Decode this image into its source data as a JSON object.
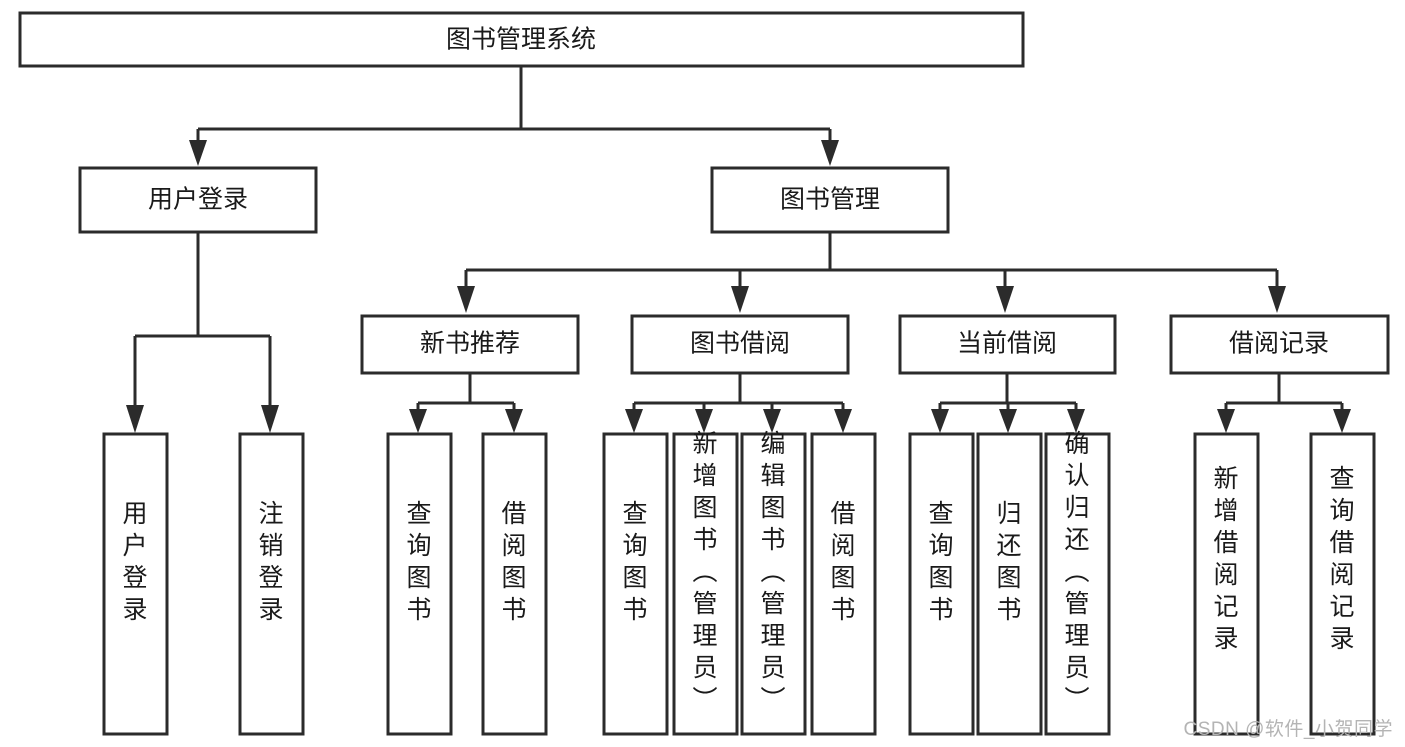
{
  "diagram": {
    "type": "tree",
    "title": "图书管理系统",
    "watermark": "CSDN @软件_小贺同学",
    "colors": {
      "box_stroke": "#2b2b2b",
      "box_fill": "#ffffff",
      "connector": "#2b2b2b",
      "text": "#1a1a1a",
      "watermark": "#b4b4b4",
      "background": "#ffffff"
    },
    "nodes": {
      "root": {
        "label": "图书管理系统"
      },
      "level2": [
        {
          "id": "user-login",
          "label": "用户登录"
        },
        {
          "id": "book-manage",
          "label": "图书管理"
        }
      ],
      "level3": [
        {
          "id": "new-book-recommend",
          "label": "新书推荐"
        },
        {
          "id": "book-borrow",
          "label": "图书借阅"
        },
        {
          "id": "current-borrow",
          "label": "当前借阅"
        },
        {
          "id": "borrow-record",
          "label": "借阅记录"
        }
      ],
      "leaves": {
        "user-login": [
          {
            "id": "leaf-user-login",
            "label": "用户登录"
          },
          {
            "id": "leaf-logout",
            "label": "注销登录"
          }
        ],
        "new-book-recommend": [
          {
            "id": "leaf-query-book-1",
            "label": "查询图书"
          },
          {
            "id": "leaf-borrow-book-1",
            "label": "借阅图书"
          }
        ],
        "book-borrow": [
          {
            "id": "leaf-query-book-2",
            "label": "查询图书"
          },
          {
            "id": "leaf-add-book",
            "label": "新增图书（管理员）"
          },
          {
            "id": "leaf-edit-book",
            "label": "编辑图书（管理员）"
          },
          {
            "id": "leaf-borrow-book-2",
            "label": "借阅图书"
          }
        ],
        "current-borrow": [
          {
            "id": "leaf-query-book-3",
            "label": "查询图书"
          },
          {
            "id": "leaf-return-book",
            "label": "归还图书"
          },
          {
            "id": "leaf-confirm-return",
            "label": "确认归还（管理员）"
          }
        ],
        "borrow-record": [
          {
            "id": "leaf-add-record",
            "label": "新增借阅记录"
          },
          {
            "id": "leaf-query-record",
            "label": "查询借阅记录"
          }
        ]
      }
    }
  }
}
